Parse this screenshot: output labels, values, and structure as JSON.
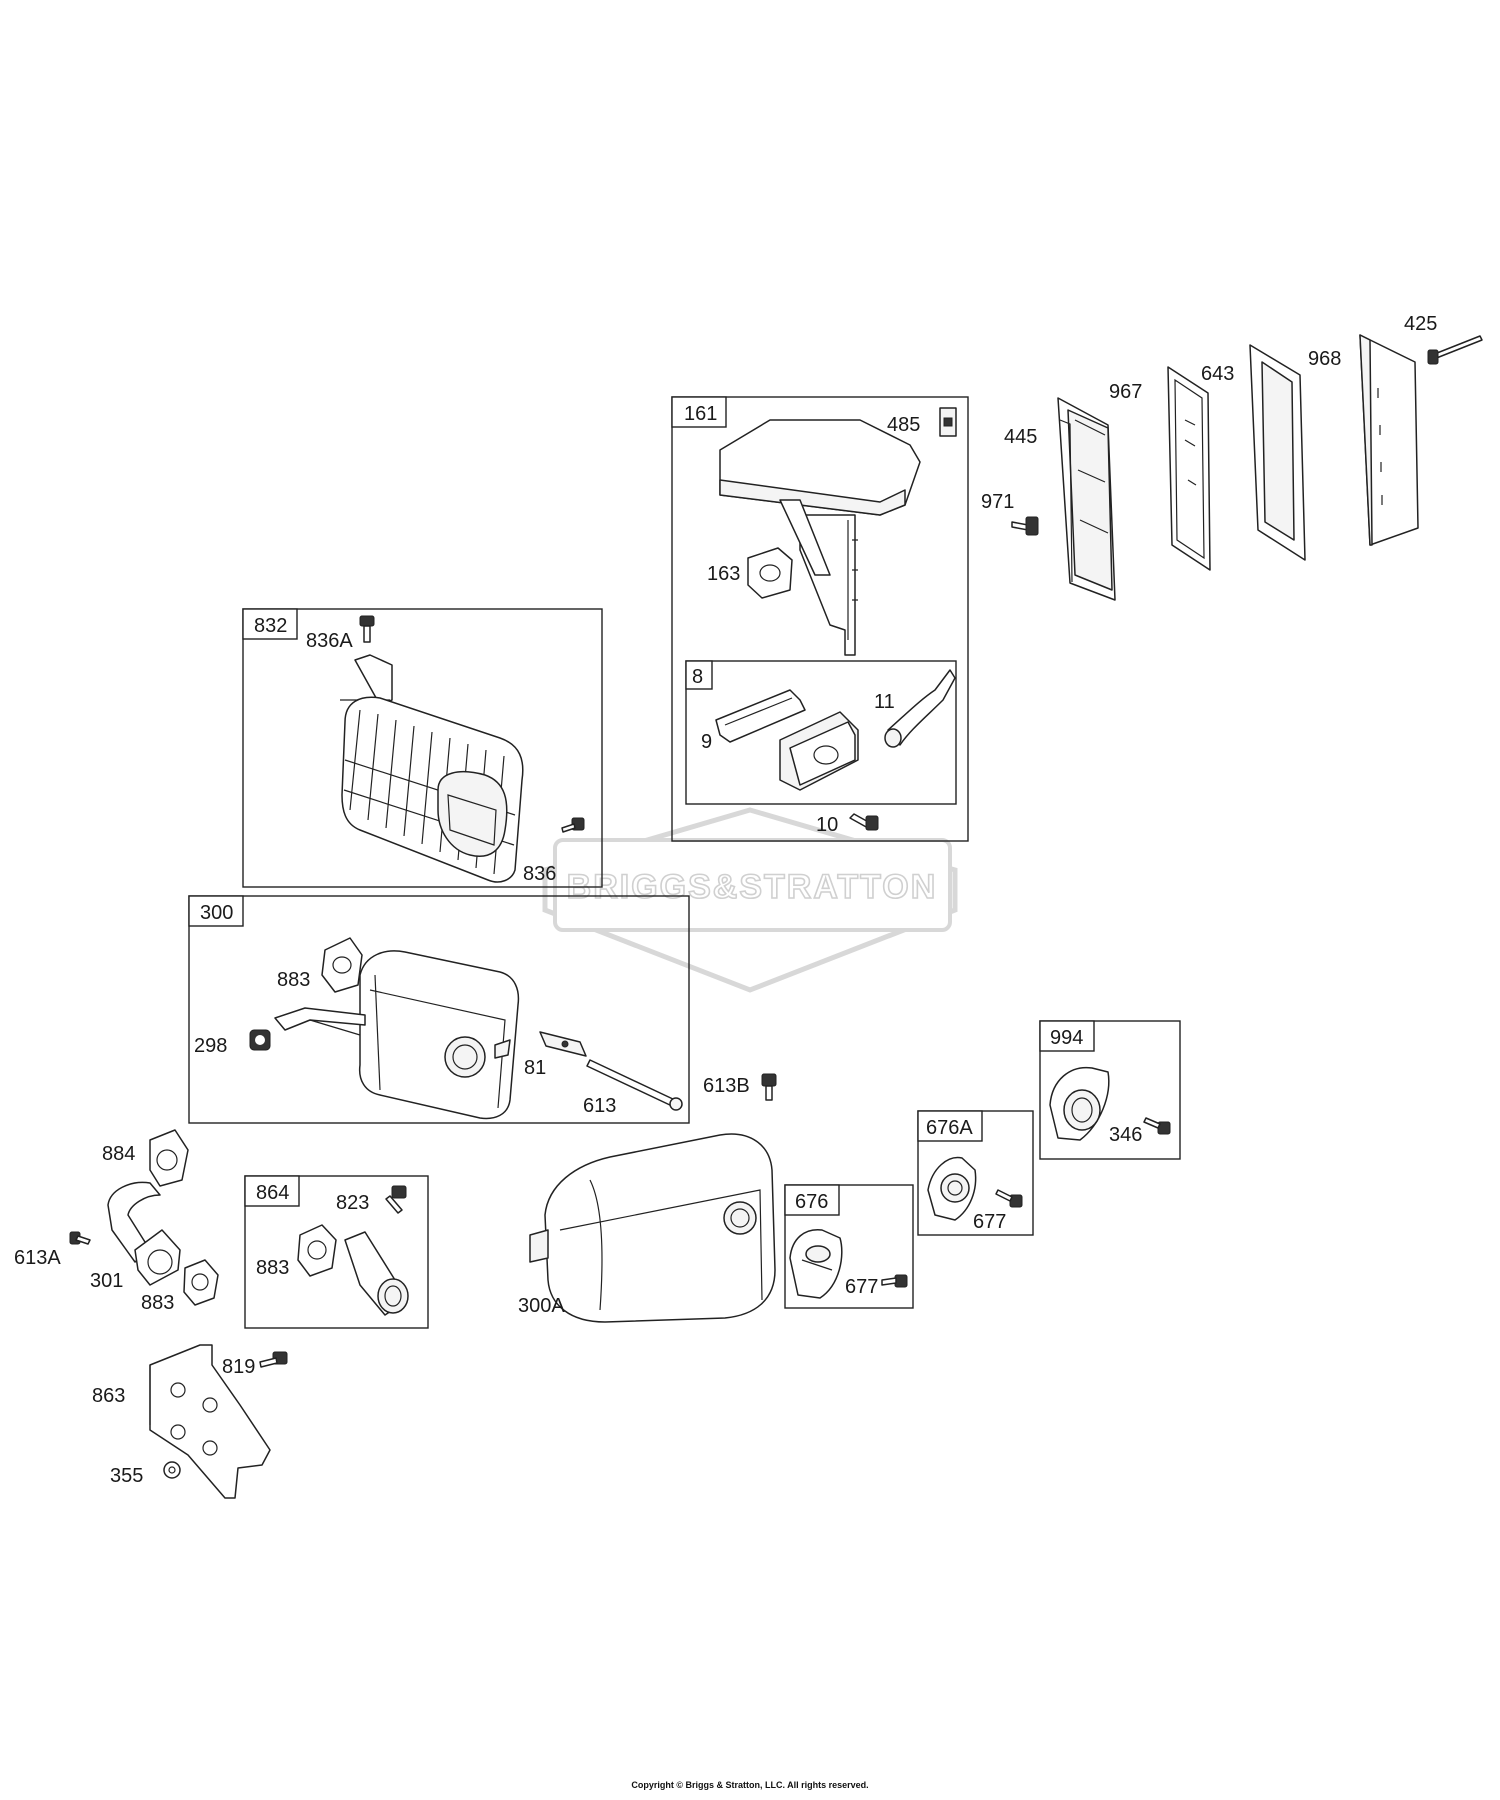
{
  "watermark": "BRIGGS&STRATTON",
  "copyright": "Copyright © Briggs & Stratton, LLC. All rights reserved.",
  "groups": [
    {
      "id": "161",
      "label": "161"
    },
    {
      "id": "8",
      "label": "8"
    },
    {
      "id": "832",
      "label": "832"
    },
    {
      "id": "300",
      "label": "300"
    },
    {
      "id": "864",
      "label": "864"
    },
    {
      "id": "676",
      "label": "676"
    },
    {
      "id": "676A",
      "label": "676A"
    },
    {
      "id": "994",
      "label": "994"
    }
  ],
  "callouts": {
    "c485": "485",
    "c163": "163",
    "c9": "9",
    "c11": "11",
    "c10": "10",
    "c425": "425",
    "c967": "967",
    "c643": "643",
    "c968": "968",
    "c445": "445",
    "c971": "971",
    "c836A": "836A",
    "c836": "836",
    "c883a": "883",
    "c298": "298",
    "c81": "81",
    "c613": "613",
    "c613B": "613B",
    "c884": "884",
    "c613A": "613A",
    "c301": "301",
    "c883b": "883",
    "c823": "823",
    "c883c": "883",
    "c300A": "300A",
    "c677a": "677",
    "c677b": "677",
    "c346": "346",
    "c819": "819",
    "c863": "863",
    "c355": "355"
  }
}
